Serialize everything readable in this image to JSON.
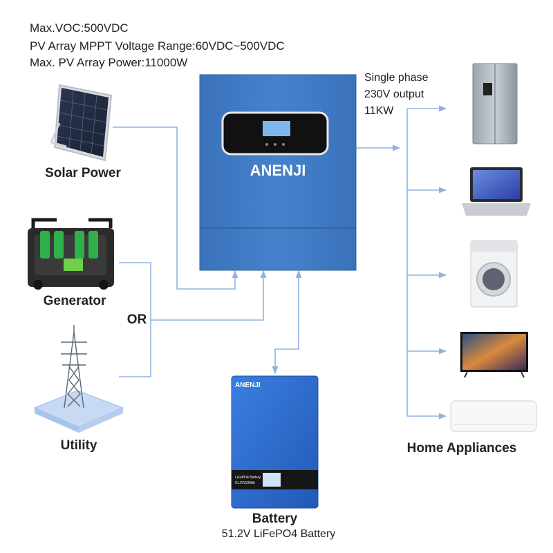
{
  "specs": {
    "voc": "Max.VOC:500VDC",
    "mppt": "PV Array MPPT Voltage Range:60VDC~500VDC",
    "pv_power": "Max. PV Array Power:11000W"
  },
  "output": {
    "line1": "Single phase",
    "line2": "230V output",
    "line3": "11KW"
  },
  "sources": {
    "solar": "Solar Power",
    "generator": "Generator",
    "or": "OR",
    "utility": "Utility"
  },
  "inverter": {
    "brand": "ANENJI"
  },
  "battery": {
    "brand": "ANENJI",
    "screen_line1": "LiFePO4 Battery",
    "screen_line2": "51.2V/100Ah",
    "title": "Battery",
    "subtitle": "51.2V LiFePO4 Battery"
  },
  "appliances": {
    "title": "Home Appliances",
    "items": [
      "refrigerator",
      "laptop",
      "washing-machine",
      "television",
      "air-conditioner"
    ]
  },
  "colors": {
    "line": "#8db3e2",
    "inverter": "#3f7ac2",
    "battery": "#2f6fd0"
  }
}
